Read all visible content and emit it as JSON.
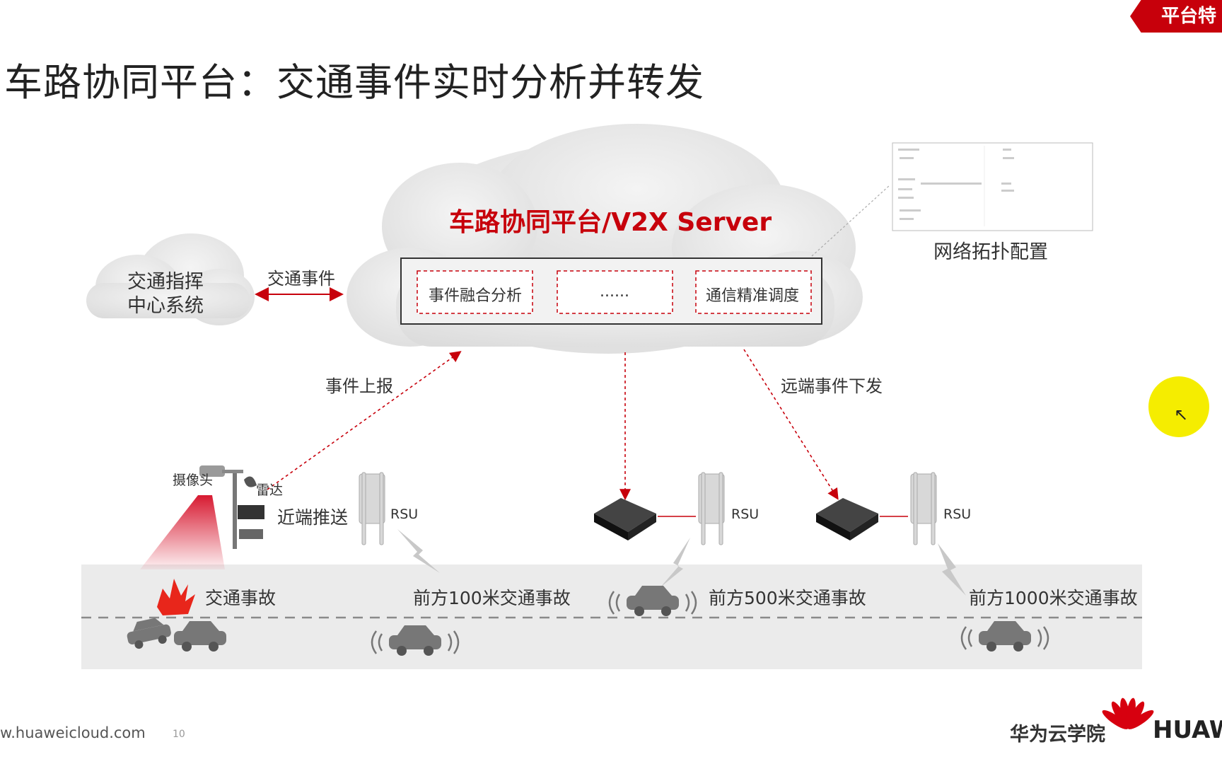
{
  "slide": {
    "title": "车路协同平台：交通事件实时分析并转发",
    "corner_tag": "平台特",
    "footer_url": "w.huaweicloud.com",
    "page_number": "10",
    "brand_cn": "华为云学院",
    "brand_en": "HUAW"
  },
  "diagram": {
    "server_title": "车路协同平台/V2X Server",
    "server_boxes": [
      "事件融合分析",
      "......",
      "通信精准调度"
    ],
    "command_center": [
      "交通指挥",
      "中心系统"
    ],
    "edge_traffic_event": "交通事件",
    "edge_report": "事件上报",
    "edge_remote": "远端事件下发",
    "network_config": "网络拓扑配置",
    "camera": "摄像头",
    "radar": "雷达",
    "near_push": "近端推送",
    "rsu": [
      "RSU",
      "RSU",
      "RSU"
    ],
    "road_labels": [
      "交通事故",
      "前方100米交通事故",
      "前方500米交通事故",
      "前方1000米交通事故"
    ]
  },
  "colors": {
    "accent": "#c7000b",
    "cloud": "#e6e6e6",
    "road": "#ebebeb",
    "highlight": "#f5ed00"
  }
}
